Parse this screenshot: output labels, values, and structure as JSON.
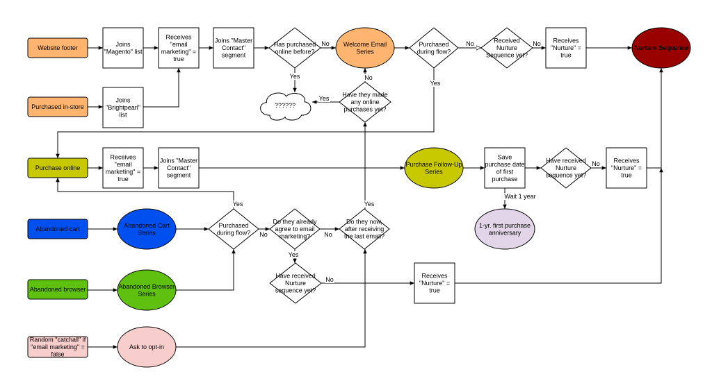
{
  "nodes": [
    {
      "id": "website_footer",
      "shape": "rect",
      "fill": "#ffb570",
      "stroke": "#a0522d",
      "lines": [
        "Website footer"
      ]
    },
    {
      "id": "joins_magento",
      "shape": "rect",
      "fill": "#ffffff",
      "stroke": "#000000",
      "lines": [
        "Joins",
        "\"Magento\" list"
      ]
    },
    {
      "id": "receives_email_marketing_top",
      "shape": "rect",
      "fill": "#ffffff",
      "stroke": "#000000",
      "lines": [
        "Receives",
        "\"email",
        "marketing\" =",
        "true"
      ]
    },
    {
      "id": "joins_master_contact_top",
      "shape": "rect",
      "fill": "#ffffff",
      "stroke": "#000000",
      "lines": [
        "Joins \"Master",
        "Contact\"",
        "segment"
      ]
    },
    {
      "id": "has_purchased_online",
      "shape": "diamond",
      "fill": "#ffffff",
      "stroke": "#000000",
      "lines": [
        "Has purchased",
        "online before?"
      ]
    },
    {
      "id": "welcome_email_series",
      "shape": "ellipse",
      "fill": "#ffb570",
      "stroke": "#000000",
      "lines": [
        "Welcome Email",
        "Series"
      ]
    },
    {
      "id": "purchased_during_flow_top",
      "shape": "diamond",
      "fill": "#ffffff",
      "stroke": "#000000",
      "lines": [
        "Purchased",
        "during flow?"
      ]
    },
    {
      "id": "received_nurture_top",
      "shape": "diamond",
      "fill": "#ffffff",
      "stroke": "#000000",
      "lines": [
        "Received",
        "Nurture",
        "Sequence yet?"
      ]
    },
    {
      "id": "receives_nurture_top",
      "shape": "rect",
      "fill": "#ffffff",
      "stroke": "#000000",
      "lines": [
        "Receives",
        "\"Nurture\" =",
        "true"
      ]
    },
    {
      "id": "nurture_sequence",
      "shape": "ellipse",
      "fill": "#990000",
      "stroke": "#000000",
      "text_color": "#ffffff",
      "bold": true,
      "lines": [
        "Nurture Sequence"
      ]
    },
    {
      "id": "purchased_in_store",
      "shape": "rect",
      "fill": "#ffb570",
      "stroke": "#a0522d",
      "lines": [
        "Purchased in-store"
      ]
    },
    {
      "id": "joins_brightpearl",
      "shape": "rect",
      "fill": "#ffffff",
      "stroke": "#000000",
      "lines": [
        "Joins",
        "\"Brightpearl\"",
        "list"
      ]
    },
    {
      "id": "unknown_cloud",
      "shape": "cloud",
      "fill": "#ffffff",
      "stroke": "#000000",
      "lines": [
        "??????"
      ]
    },
    {
      "id": "made_online_purchases",
      "shape": "diamond",
      "fill": "#ffffff",
      "stroke": "#000000",
      "lines": [
        "Have they made",
        "any online",
        "purchases yet?"
      ]
    },
    {
      "id": "purchase_online",
      "shape": "rect",
      "fill": "#c8c800",
      "stroke": "#808000",
      "lines": [
        "Purchase online"
      ]
    },
    {
      "id": "receives_email_marketing_mid",
      "shape": "rect",
      "fill": "#ffffff",
      "stroke": "#000000",
      "lines": [
        "Receives",
        "\"email",
        "marketing\" =",
        "true"
      ]
    },
    {
      "id": "joins_master_contact_mid",
      "shape": "rect",
      "fill": "#ffffff",
      "stroke": "#000000",
      "lines": [
        "Joins \"Master",
        "Contact\"",
        "segment"
      ]
    },
    {
      "id": "purchase_followup_series",
      "shape": "ellipse",
      "fill": "#c8c800",
      "stroke": "#000000",
      "lines": [
        "Purchase Follow-Up",
        "Series"
      ]
    },
    {
      "id": "save_purchase_date",
      "shape": "rect",
      "fill": "#ffffff",
      "stroke": "#000000",
      "lines": [
        "Save",
        "purchase date",
        "of first",
        "purchase"
      ]
    },
    {
      "id": "received_nurture_mid",
      "shape": "diamond",
      "fill": "#ffffff",
      "stroke": "#000000",
      "lines": [
        "Have received",
        "Nurture",
        "sequence yet?"
      ]
    },
    {
      "id": "receives_nurture_mid",
      "shape": "rect",
      "fill": "#ffffff",
      "stroke": "#000000",
      "lines": [
        "Receives",
        "\"Nurture\" =",
        "true"
      ]
    },
    {
      "id": "first_purchase_anniversary",
      "shape": "ellipse",
      "fill": "#e1d5e7",
      "stroke": "#9673a6",
      "lines": [
        "1-yr. first purchase",
        "anniversary"
      ]
    },
    {
      "id": "abandoned_cart",
      "shape": "rect",
      "fill": "#0050ef",
      "stroke": "#001dbc",
      "text_color": "#ffffff",
      "lines": [
        "Abandoned cart"
      ]
    },
    {
      "id": "abandoned_cart_series",
      "shape": "ellipse",
      "fill": "#0050ef",
      "stroke": "#001dbc",
      "text_color": "#ffffff",
      "lines": [
        "Abandoned Cart",
        "Series"
      ]
    },
    {
      "id": "purchased_during_flow_bottom",
      "shape": "diamond",
      "fill": "#ffffff",
      "stroke": "#000000",
      "lines": [
        "Purchased",
        "during flow?"
      ]
    },
    {
      "id": "agree_email_marketing",
      "shape": "diamond",
      "fill": "#ffffff",
      "stroke": "#000000",
      "lines": [
        "Do they already",
        "agree to email",
        "marketing?"
      ]
    },
    {
      "id": "do_they_now",
      "shape": "diamond",
      "fill": "#ffffff",
      "stroke": "#000000",
      "lines": [
        "Do they now,",
        "after receiving",
        "the last email?"
      ]
    },
    {
      "id": "abandoned_browser",
      "shape": "rect",
      "fill": "#60c010",
      "stroke": "#2d7600",
      "lines": [
        "Abandoned browser"
      ]
    },
    {
      "id": "abandoned_browser_series",
      "shape": "ellipse",
      "fill": "#60c010",
      "stroke": "#2d7600",
      "lines": [
        "Abandoned Browser",
        "Series"
      ]
    },
    {
      "id": "received_nurture_bottom",
      "shape": "diamond",
      "fill": "#ffffff",
      "stroke": "#000000",
      "lines": [
        "Have received",
        "Nurture",
        "sequence yet?"
      ]
    },
    {
      "id": "receives_nurture_bottom",
      "shape": "rect",
      "fill": "#ffffff",
      "stroke": "#000000",
      "lines": [
        "Receives",
        "\"Nurture\" =",
        "true"
      ]
    },
    {
      "id": "random_catchall",
      "shape": "rect",
      "fill": "#f8cecc",
      "stroke": "#b85450",
      "lines": [
        "Random \"catchall\" if",
        "\"email marketing\" =",
        "false"
      ]
    },
    {
      "id": "ask_to_opt_in",
      "shape": "ellipse",
      "fill": "#f8cecc",
      "stroke": "#b85450",
      "lines": [
        "Ask to opt-in"
      ]
    }
  ],
  "edges": [
    {
      "from": "website_footer",
      "to": "joins_magento",
      "label": ""
    },
    {
      "from": "joins_magento",
      "to": "receives_email_marketing_top",
      "label": ""
    },
    {
      "from": "receives_email_marketing_top",
      "to": "joins_master_contact_top",
      "label": ""
    },
    {
      "from": "joins_master_contact_top",
      "to": "has_purchased_online",
      "label": ""
    },
    {
      "from": "has_purchased_online",
      "to": "welcome_email_series",
      "label": "No"
    },
    {
      "from": "has_purchased_online",
      "to": "unknown_cloud",
      "label": "Yes"
    },
    {
      "from": "welcome_email_series",
      "to": "purchased_during_flow_top",
      "label": ""
    },
    {
      "from": "purchased_during_flow_top",
      "to": "received_nurture_top",
      "label": "No"
    },
    {
      "from": "purchased_during_flow_top",
      "to": "purchase_online",
      "label": "Yes"
    },
    {
      "from": "received_nurture_top",
      "to": "receives_nurture_top",
      "label": "No"
    },
    {
      "from": "receives_nurture_top",
      "to": "nurture_sequence",
      "label": ""
    },
    {
      "from": "purchased_in_store",
      "to": "joins_brightpearl",
      "label": ""
    },
    {
      "from": "joins_brightpearl",
      "to": "receives_email_marketing_top",
      "label": ""
    },
    {
      "from": "made_online_purchases",
      "to": "welcome_email_series",
      "label": "No"
    },
    {
      "from": "made_online_purchases",
      "to": "unknown_cloud",
      "label": "Yes"
    },
    {
      "from": "purchase_online",
      "to": "receives_email_marketing_mid",
      "label": ""
    },
    {
      "from": "receives_email_marketing_mid",
      "to": "joins_master_contact_mid",
      "label": ""
    },
    {
      "from": "joins_master_contact_mid",
      "to": "purchase_followup_series",
      "label": ""
    },
    {
      "from": "purchase_followup_series",
      "to": "save_purchase_date",
      "label": ""
    },
    {
      "from": "save_purchase_date",
      "to": "received_nurture_mid",
      "label": ""
    },
    {
      "from": "save_purchase_date",
      "to": "first_purchase_anniversary",
      "label": "Wait 1 year"
    },
    {
      "from": "received_nurture_mid",
      "to": "receives_nurture_mid",
      "label": "No"
    },
    {
      "from": "receives_nurture_mid",
      "to": "nurture_sequence",
      "label": ""
    },
    {
      "from": "abandoned_cart",
      "to": "abandoned_cart_series",
      "label": ""
    },
    {
      "from": "abandoned_cart_series",
      "to": "purchased_during_flow_bottom",
      "label": ""
    },
    {
      "from": "purchased_during_flow_bottom",
      "to": "purchase_online",
      "label": "Yes"
    },
    {
      "from": "purchased_during_flow_bottom",
      "to": "agree_email_marketing",
      "label": "No"
    },
    {
      "from": "agree_email_marketing",
      "to": "do_they_now",
      "label": "No"
    },
    {
      "from": "agree_email_marketing",
      "to": "received_nurture_bottom",
      "label": "Yes"
    },
    {
      "from": "do_they_now",
      "to": "made_online_purchases",
      "label": "Yes"
    },
    {
      "from": "abandoned_browser",
      "to": "abandoned_browser_series",
      "label": ""
    },
    {
      "from": "abandoned_browser_series",
      "to": "purchased_during_flow_bottom",
      "label": ""
    },
    {
      "from": "received_nurture_bottom",
      "to": "receives_nurture_bottom",
      "label": "No"
    },
    {
      "from": "receives_nurture_bottom",
      "to": "nurture_sequence",
      "label": ""
    },
    {
      "from": "random_catchall",
      "to": "ask_to_opt_in",
      "label": ""
    },
    {
      "from": "ask_to_opt_in",
      "to": "do_they_now",
      "label": ""
    }
  ]
}
